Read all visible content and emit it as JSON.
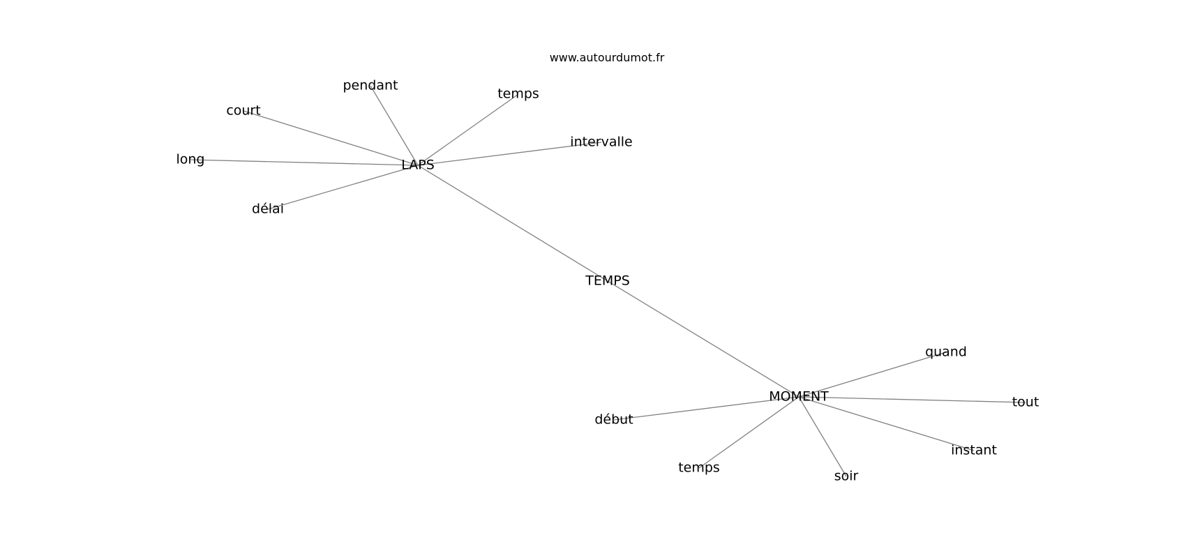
{
  "watermark": "www.autourdumot.fr",
  "nodes": {
    "temps_center": "TEMPS",
    "laps": "LAPS",
    "moment": "MOMENT",
    "pendant": "pendant",
    "court": "court",
    "long": "long",
    "delai": "délai",
    "temps_laps": "temps",
    "intervalle": "intervalle",
    "quand": "quand",
    "tout": "tout",
    "instant": "instant",
    "soir": "soir",
    "temps_moment": "temps",
    "debut": "début"
  },
  "edges": [
    [
      "temps_center",
      "laps"
    ],
    [
      "temps_center",
      "moment"
    ],
    [
      "laps",
      "pendant"
    ],
    [
      "laps",
      "court"
    ],
    [
      "laps",
      "long"
    ],
    [
      "laps",
      "delai"
    ],
    [
      "laps",
      "temps_laps"
    ],
    [
      "laps",
      "intervalle"
    ],
    [
      "moment",
      "quand"
    ],
    [
      "moment",
      "tout"
    ],
    [
      "moment",
      "instant"
    ],
    [
      "moment",
      "soir"
    ],
    [
      "moment",
      "temps_moment"
    ],
    [
      "moment",
      "debut"
    ]
  ]
}
